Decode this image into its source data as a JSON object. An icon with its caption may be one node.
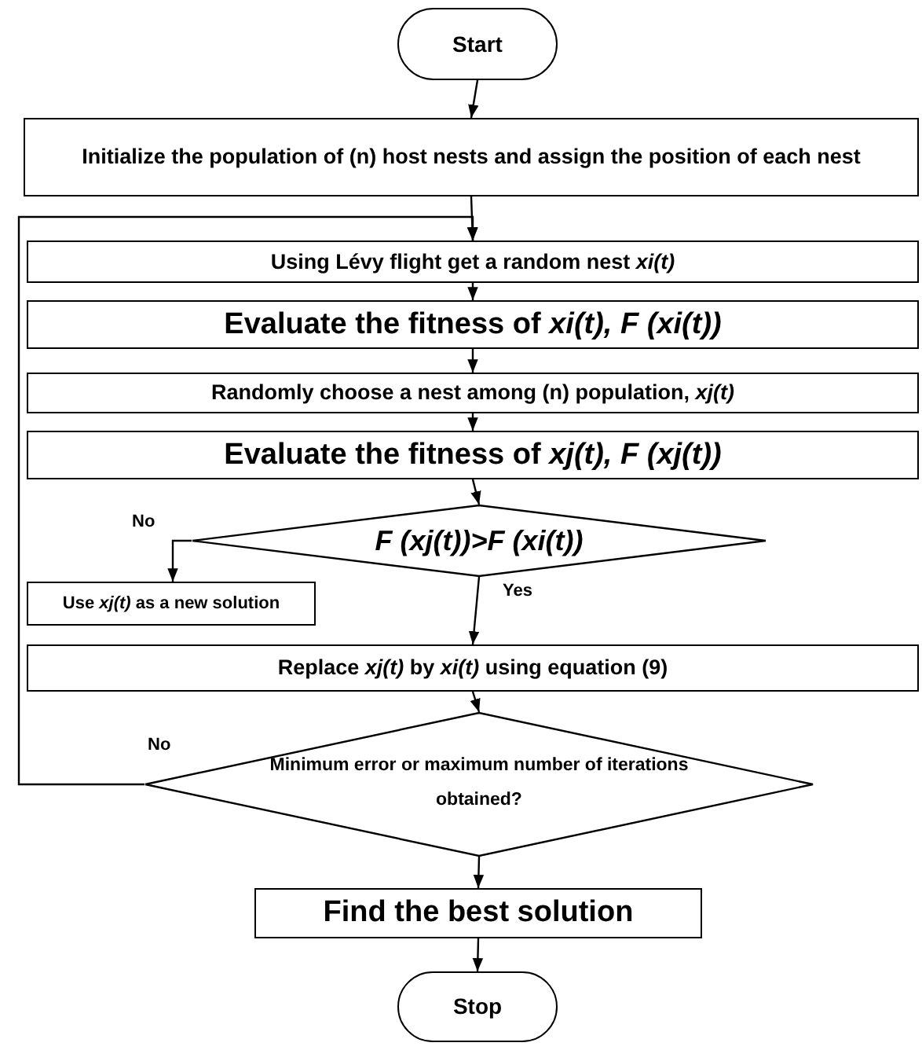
{
  "diagram": {
    "nodes": [
      {
        "text": [
          "Start"
        ]
      },
      {
        "text": [
          "Initialize the population of (n) host nests and assign the position of each nest"
        ]
      },
      {
        "text": [
          "Using Lévy flight get a random nest *xi(t)*"
        ]
      },
      {
        "text": [
          "Evaluate the fitness of *xi(t), F (xi(t))*"
        ]
      },
      {
        "text": [
          "Randomly choose a nest among (n) population, *xj(t)*"
        ]
      },
      {
        "text": [
          "Evaluate the fitness of *xj(t), F (xj(t))*"
        ]
      },
      {
        "text": [
          "F (xj(t))>F (xi(t))"
        ]
      },
      {
        "text": [
          "Use *xj(t)* as a new solution"
        ]
      },
      {
        "text": [
          "Replace *xj(t)* by *xi(t)* using equation (9)"
        ]
      },
      {
        "text": [
          "Minimum error or maximum number of iterations obtained?"
        ]
      },
      {
        "text": [
          "Find the best solution"
        ]
      },
      {
        "text": [
          "Stop"
        ]
      }
    ],
    "edges": [
      {
        "from": 0,
        "to": 1,
        "arrow": "to"
      },
      {
        "from": 1,
        "to": 2,
        "arrow": "to"
      },
      {
        "from": 2,
        "to": 3,
        "arrow": "to"
      },
      {
        "from": 3,
        "to": 4,
        "arrow": "to"
      },
      {
        "from": 4,
        "to": 5,
        "arrow": "to"
      },
      {
        "from": 5,
        "to": 6,
        "arrow": "to"
      },
      {
        "from": 6,
        "to": 7,
        "arrow": "to",
        "label": "No"
      },
      {
        "from": 6,
        "to": 8,
        "arrow": "to",
        "label": "Yes"
      },
      {
        "from": 8,
        "to": 9,
        "arrow": "to"
      },
      {
        "from": 9,
        "to": 2,
        "arrow": "to",
        "label": "No"
      },
      {
        "from": 9,
        "to": 10,
        "arrow": "to"
      },
      {
        "from": 10,
        "to": 11,
        "arrow": "to"
      }
    ]
  }
}
